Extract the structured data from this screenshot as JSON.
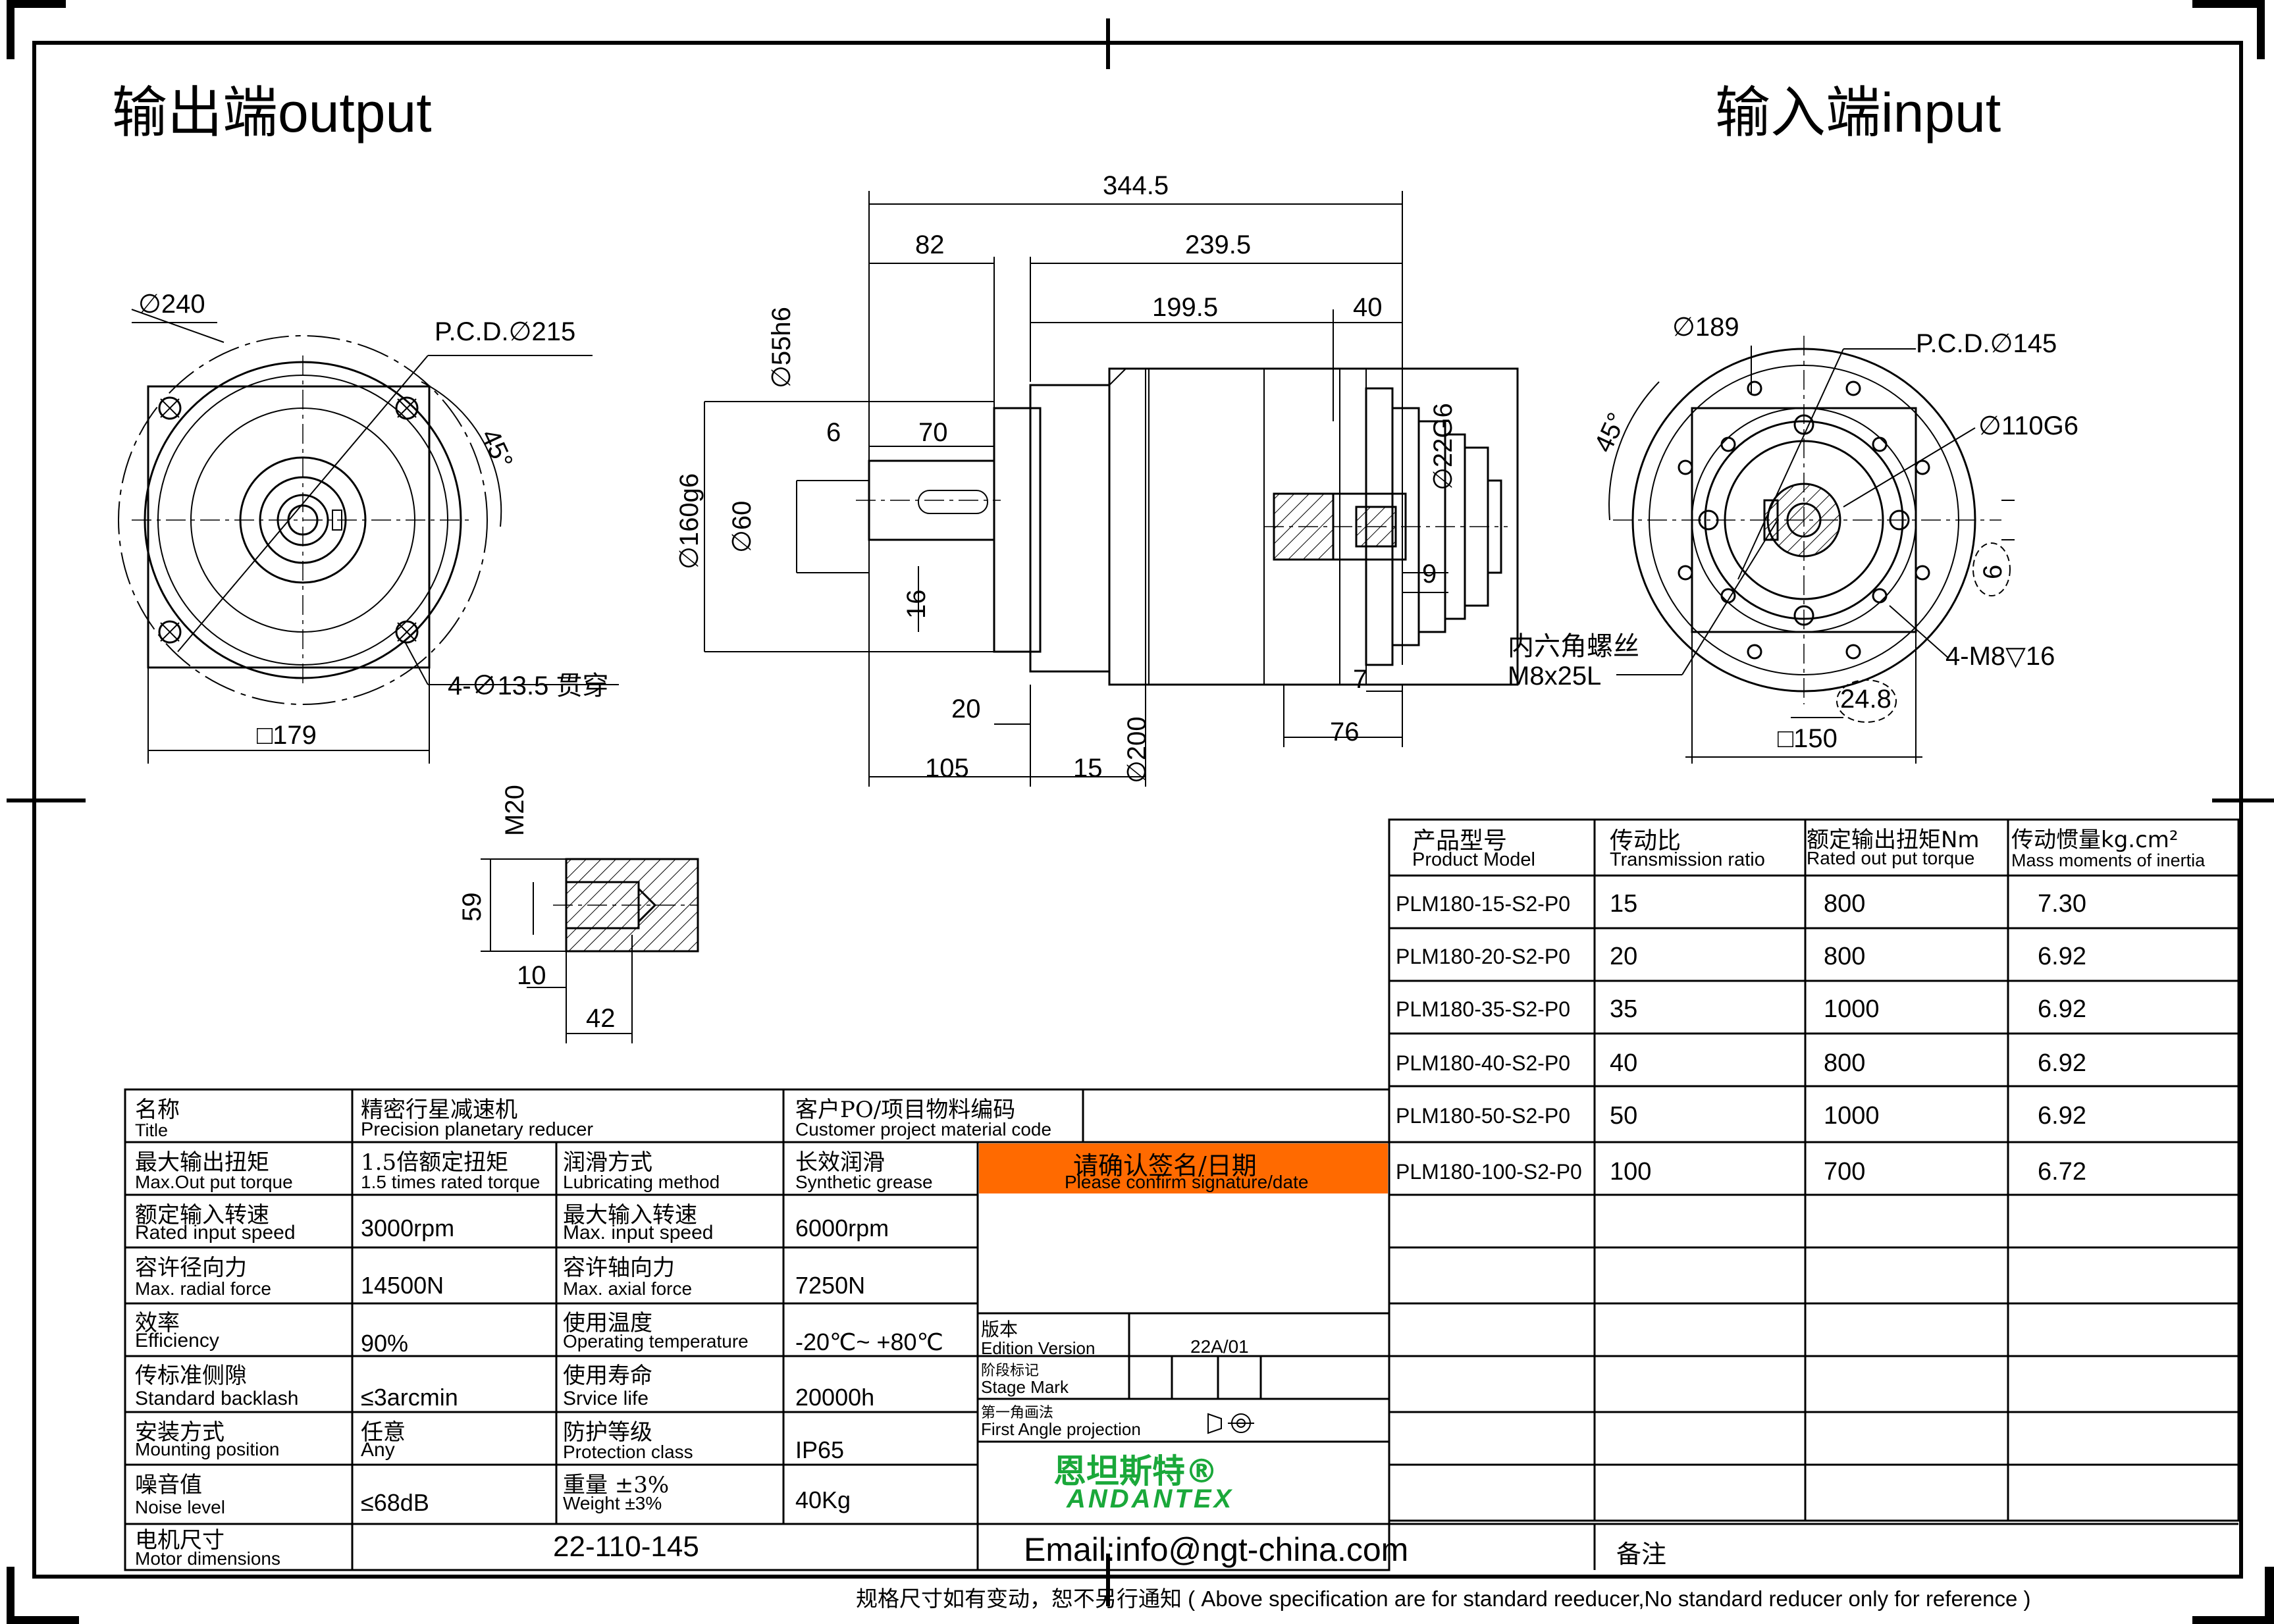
{
  "headers": {
    "output": "输出端output",
    "input": "输入端input"
  },
  "output_view": {
    "d240": "∅240",
    "pcd": "P.C.D.∅215",
    "angle": "45°",
    "holes": "4-∅13.5 贯穿",
    "square": "□179"
  },
  "side_view": {
    "overall": "344.5",
    "d82": "82",
    "d239": "239.5",
    "d199": "199.5",
    "d40": "40",
    "d55": "∅55h6",
    "d6": "6",
    "d70": "70",
    "d160": "∅160g6",
    "d60": "∅60",
    "d16": "16",
    "d22": "∅22G6",
    "d9": "9",
    "d7": "7",
    "d20": "20",
    "d200": "∅200",
    "d76": "76",
    "d105": "105",
    "d15": "15"
  },
  "input_view": {
    "d189": "∅189",
    "pcd": "P.C.D.∅145",
    "d110": "∅110G6",
    "angle": "45°",
    "d6": "6",
    "screw_cn": "内六角螺丝",
    "screw_en": "M8x25L",
    "tap": "4-M8▽16",
    "d248": "24.8",
    "square": "□150"
  },
  "shaft_detail": {
    "m20": "M20",
    "d59": "59",
    "d10": "10",
    "d42": "42"
  },
  "product_table": {
    "headers": [
      {
        "cn": "产品型号",
        "en": "Product Model"
      },
      {
        "cn": "传动比",
        "en": "Transmission ratio"
      },
      {
        "cn": "额定输出扭矩Nm",
        "en": "Rated out put torque"
      },
      {
        "cn": "传动惯量kg.cm²",
        "en": "Mass moments of inertia"
      }
    ],
    "rows": [
      [
        "PLM180-15-S2-P0",
        "15",
        "800",
        "7.30"
      ],
      [
        "PLM180-20-S2-P0",
        "20",
        "800",
        "6.92"
      ],
      [
        "PLM180-35-S2-P0",
        "35",
        "1000",
        "6.92"
      ],
      [
        "PLM180-40-S2-P0",
        "40",
        "800",
        "6.92"
      ],
      [
        "PLM180-50-S2-P0",
        "50",
        "1000",
        "6.92"
      ],
      [
        "PLM180-100-S2-P0",
        "100",
        "700",
        "6.72"
      ]
    ]
  },
  "spec": {
    "title_cn": "名称",
    "title_en": "Title",
    "title_val_cn": "精密行星减速机",
    "title_val_en": "Precision planetary reducer",
    "customer_cn": "客户PO/项目物料编码",
    "customer_en": "Customer project material code",
    "rows": [
      {
        "a_cn": "最大输出扭矩",
        "a_en": "Max.Out put torque",
        "b_cn": "1.5倍额定扭矩",
        "b_en": "1.5 times rated torque",
        "c_cn": "润滑方式",
        "c_en": "Lubricating method",
        "d_cn": "长效润滑",
        "d_en": "Synthetic grease"
      },
      {
        "a_cn": "额定输入转速",
        "a_en": "Rated input speed",
        "b": "3000rpm",
        "c_cn": "最大输入转速",
        "c_en": "Max. input speed",
        "d": "6000rpm"
      },
      {
        "a_cn": "容许径向力",
        "a_en": "Max. radial force",
        "b": "14500N",
        "c_cn": "容许轴向力",
        "c_en": "Max. axial force",
        "d": "7250N"
      },
      {
        "a_cn": "效率",
        "a_en": "Efficiency",
        "b": "90%",
        "c_cn": "使用温度",
        "c_en": "Operating temperature",
        "d": "-20℃~ +80℃"
      },
      {
        "a_cn": "传标准侧隙",
        "a_en": "Standard backlash",
        "b": "≤3arcmin",
        "c_cn": "使用寿命",
        "c_en": "Srvice life",
        "d": "20000h"
      },
      {
        "a_cn": "安装方式",
        "a_en": "Mounting position",
        "b": "Any",
        "b_cn": "任意",
        "c_cn": "防护等级",
        "c_en": "Protection class",
        "d": "IP65"
      },
      {
        "a_cn": "噪音值",
        "a_en": "Noise level",
        "b": "≤68dB",
        "c_cn": "重量 ±3%",
        "c_en": "Weight ±3%",
        "d": "40Kg"
      }
    ],
    "motor_cn": "电机尺寸",
    "motor_en": "Motor dimensions",
    "motor_val": "22-110-145"
  },
  "confirm": {
    "cn": "请确认签名/日期",
    "en": "Please confirm signature/date"
  },
  "edition": {
    "cn": "版本",
    "en": "Edition Version",
    "val": "22A/01"
  },
  "stage": {
    "cn": "阶段标记",
    "en": "Stage Mark"
  },
  "projection": {
    "cn": "第一角画法",
    "en": "First Angle projection"
  },
  "logo": {
    "cn": "恩坦斯特®",
    "en": "ANDANTEX"
  },
  "email": "Email:info@ngt-china.com",
  "remark": "备注",
  "footer": "规格尺寸如有变动，恕不另行通知  ( Above specification are for standard reeducer,No standard reducer only for reference )",
  "colors": {
    "confirm_bg": "#ff6a00",
    "logo": "#1aa83a"
  }
}
